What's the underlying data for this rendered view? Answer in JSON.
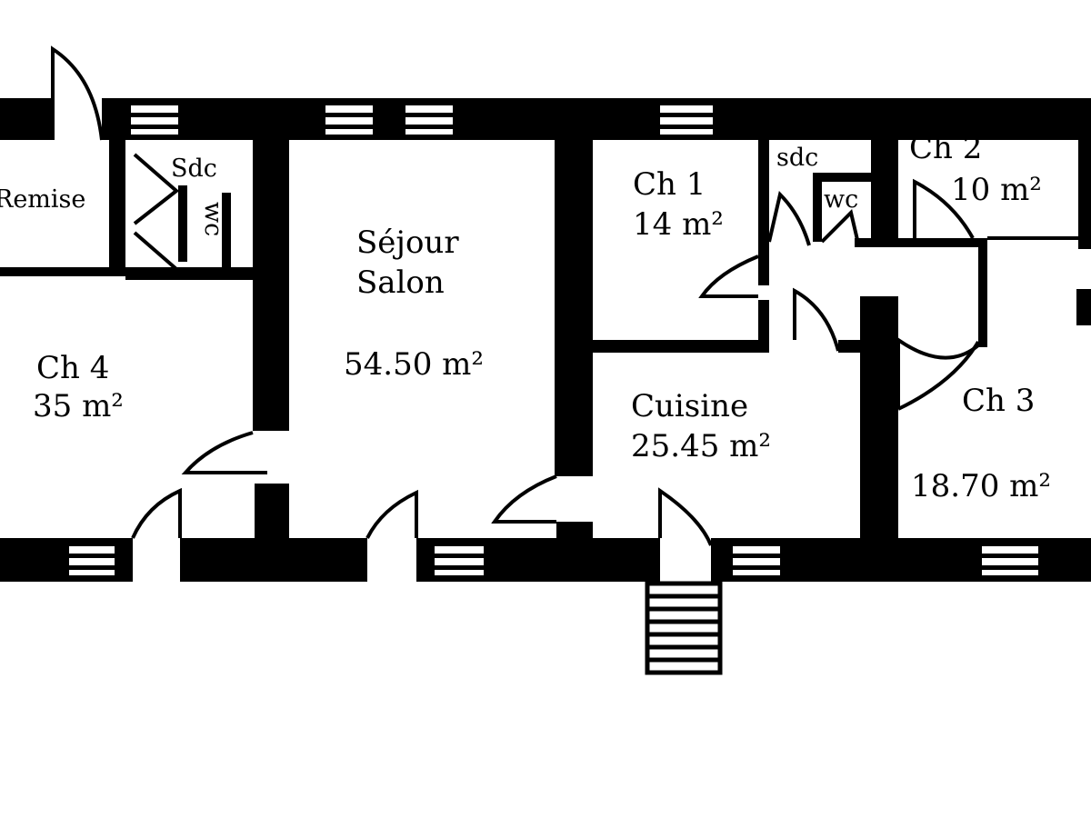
{
  "colors": {
    "wall": "#000000",
    "background": "#ffffff"
  },
  "rooms": {
    "remise": {
      "name": "Remise"
    },
    "sdc_left": {
      "name": "Sdc"
    },
    "wc_left": {
      "name": "wc"
    },
    "sejour": {
      "name_line1": "Séjour",
      "name_line2": "Salon",
      "area": "54.50 m²"
    },
    "ch4": {
      "name": "Ch 4",
      "area": "35 m²"
    },
    "ch1": {
      "name": "Ch 1",
      "area": "14 m²"
    },
    "sdc_right": {
      "name": "sdc"
    },
    "wc_right": {
      "name": "wc"
    },
    "ch2": {
      "name": "Ch 2",
      "area": "10 m²"
    },
    "cuisine": {
      "name": "Cuisine",
      "area": "25.45 m²"
    },
    "ch3": {
      "name": "Ch 3",
      "area": "18.70 m²"
    }
  }
}
